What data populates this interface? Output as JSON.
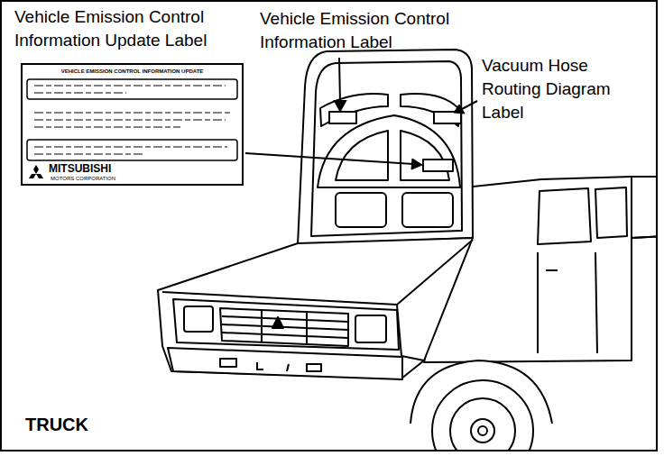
{
  "diagram": {
    "nodes": [
      {
        "text": [
          "VEHICLE EMISSION CONTROL INFORMATION UPDATE",
          "MITSUBISHI",
          "MOTORS CORPORATION"
        ]
      }
    ],
    "labels": [
      "Vehicle Emission Control Information Update Label",
      "Vehicle Emission Control Information Label",
      "Vacuum Hose Routing Diagram Label",
      "TRUCK"
    ]
  }
}
